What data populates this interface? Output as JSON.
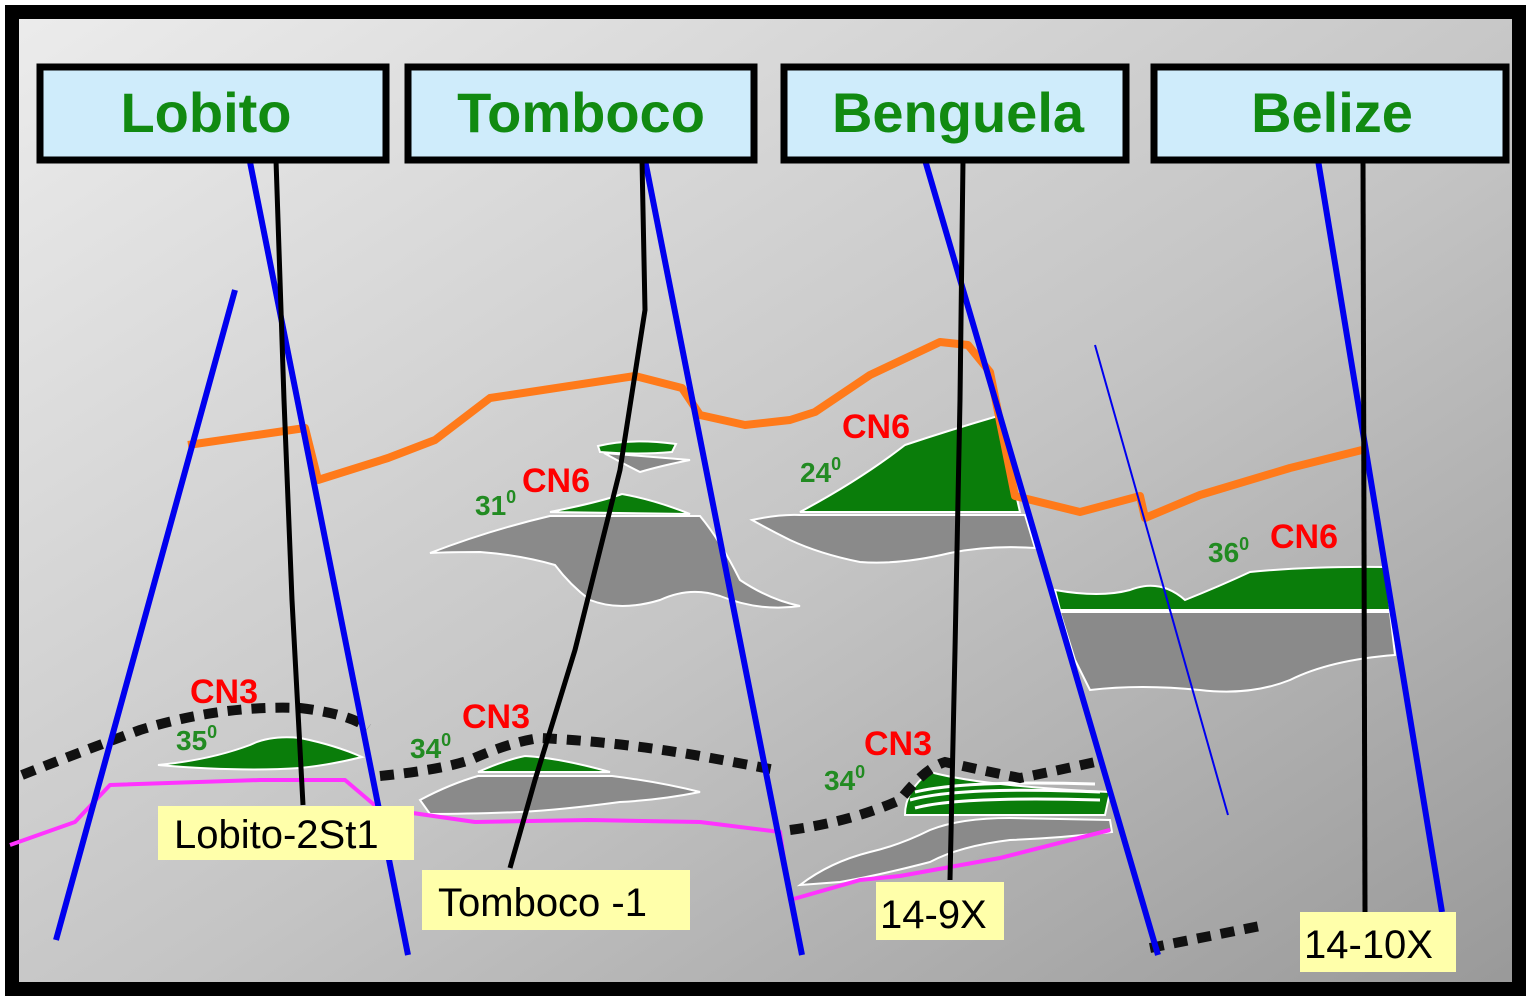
{
  "colors": {
    "background_light": "#e6e6e6",
    "background_dark": "#9a9a9a",
    "frame": "#000000",
    "header_fill": "#cfecfb",
    "header_text": "#118a11",
    "fault": "#0000ee",
    "orange_horizon": "#ff7a1a",
    "magenta_horizon": "#ff33ff",
    "reservoir_green": "#0a7d0a",
    "reservoir_grey": "#8a8a8a",
    "marker_red": "#ff0000",
    "dip_green": "#228b22",
    "label_fill": "#ffffaa"
  },
  "fields": [
    {
      "title": "Lobito"
    },
    {
      "title": "Tomboco"
    },
    {
      "title": "Benguela"
    },
    {
      "title": "Belize"
    }
  ],
  "markers": [
    {
      "text": "CN6"
    },
    {
      "text": "CN6"
    },
    {
      "text": "CN6"
    },
    {
      "text": "CN3"
    },
    {
      "text": "CN3"
    },
    {
      "text": "CN3"
    }
  ],
  "dips": [
    {
      "value": "31",
      "unit": "0"
    },
    {
      "value": "24",
      "unit": "0"
    },
    {
      "value": "36",
      "unit": "0"
    },
    {
      "value": "35",
      "unit": "0"
    },
    {
      "value": "34",
      "unit": "0"
    },
    {
      "value": "34",
      "unit": "0"
    }
  ],
  "wells": [
    {
      "label": "Lobito-2St1"
    },
    {
      "label": "Tomboco -1"
    },
    {
      "label": "14-9X"
    },
    {
      "label": "14-10X"
    }
  ]
}
